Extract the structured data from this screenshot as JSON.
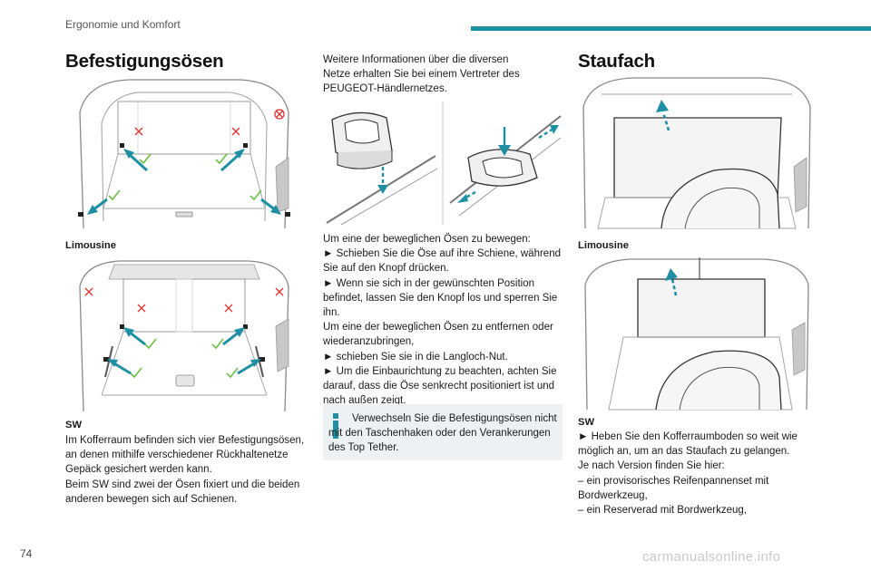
{
  "header": {
    "section": "Ergonomie und Komfort",
    "accent_color": "#1f8fa3"
  },
  "col1": {
    "title": "Befestigungsösen",
    "caption_limousine": "Limousine",
    "caption_sw": "SW",
    "paragraphs": [
      "Im Kofferraum befinden sich vier Befestigungsösen, an denen mithilfe verschiedener Rückhaltenetze Gepäck gesichert werden kann.",
      "Beim SW sind zwei der Ösen fixiert und die beiden anderen bewegen sich auf Schienen."
    ]
  },
  "col2": {
    "intro": "Weitere Informationen über die diversen Netze erhalten Sie bei einem Vertreter des PEUGEOT-Händlernetzes.",
    "lines": [
      "Um eine der beweglichen Ösen zu bewegen:",
      "► Schieben Sie die Öse auf ihre Schiene, während Sie auf den Knopf drücken.",
      "► Wenn sie sich in der gewünschten Position befindet, lassen Sie den Knopf los und sperren Sie ihn.",
      "Um eine der beweglichen Ösen zu entfernen oder wiederanzubringen,",
      "► schieben Sie sie in die Langloch-Nut.",
      "► Um die Einbaurichtung zu beachten, achten Sie darauf, dass die Öse senkrecht positioniert ist und nach außen zeigt."
    ],
    "note": "Verwechseln Sie die Befestigungsösen nicht mit den Taschenhaken oder den Verankerungen des Top Tether.",
    "note_icon": "info-icon"
  },
  "col3": {
    "title": "Staufach",
    "caption_limousine": "Limousine",
    "caption_sw": "SW",
    "lines": [
      "► Heben Sie den Kofferraumboden so weit wie möglich an, um an das Staufach zu gelangen.",
      "Je nach Version finden Sie hier:",
      "– ein provisorisches Reifenpannenset mit Bordwerkzeug,",
      "– ein Reserverad mit Bordwerkzeug,"
    ]
  },
  "footer": {
    "page_number": "74",
    "watermark": "carmanualsonline.info"
  }
}
